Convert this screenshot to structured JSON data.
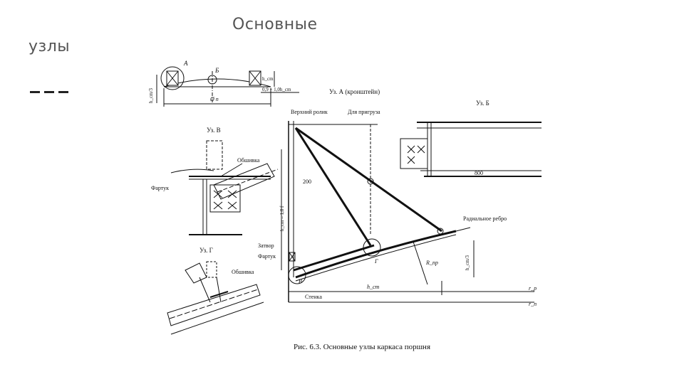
{
  "slide": {
    "title_line1": "Основные",
    "title_line2": "узлы"
  },
  "figure": {
    "caption": "Рис. 6.3. Основные узлы каркаса поршня",
    "overview": {
      "label_a": "А",
      "label_b": "Б",
      "height_label": "h_cm/3",
      "h_label": "h_cm",
      "diameter": "Ø п",
      "offset": "0,9 ÷ 1,0h_cm"
    },
    "node_a": {
      "title": "Уз. А (кронштейн)",
      "top_roller": "Верхний ролик",
      "weight": "Для пригруза",
      "dim_200": "200",
      "height_label": "h_cm – 1,8 f",
      "shutter": "Затвор",
      "apron": "Фартук",
      "radial_rib": "Радиальное ребро",
      "r_label": "R_пр",
      "g_label": "Г",
      "v_label": "В",
      "h_third": "h_cm/3",
      "h_label": "h_cm",
      "wall": "Стенка",
      "rp": "r_p",
      "rn": "r_п"
    },
    "node_b": {
      "title": "Уз. Б",
      "dim_800": "800"
    },
    "node_v": {
      "title": "Уз. В",
      "sheathing": "Обшивка",
      "apron": "Фартук"
    },
    "node_g": {
      "title": "Уз. Г",
      "sheathing": "Обшивка"
    }
  }
}
